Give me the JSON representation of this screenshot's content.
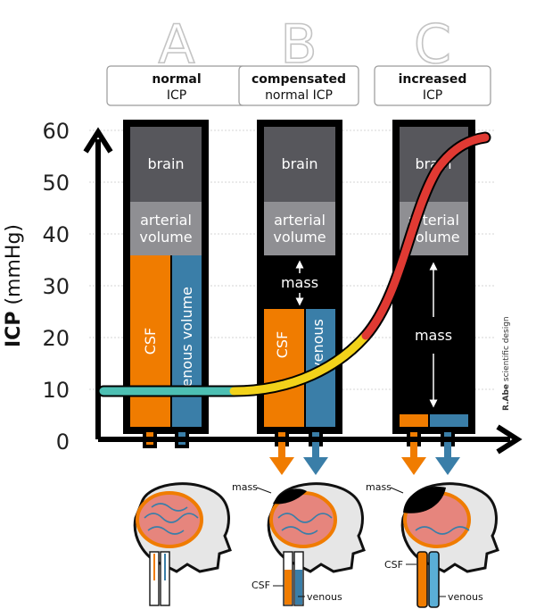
{
  "stages": [
    {
      "letter": "A",
      "title_bold": "normal",
      "title_rest": "ICP",
      "labels": {
        "brain": "brain",
        "arterial": [
          "arterial",
          "volume"
        ],
        "csf": "CSF",
        "venous": "venous volume"
      }
    },
    {
      "letter": "B",
      "title_bold": "compensated",
      "title_rest": "normal ICP",
      "labels": {
        "brain": "brain",
        "arterial": [
          "arterial",
          "volume"
        ],
        "mass": "mass",
        "csf": "CSF",
        "venous": "venous"
      }
    },
    {
      "letter": "C",
      "title_bold": "increased",
      "title_rest": "ICP",
      "labels": {
        "brain": "brain",
        "arterial": [
          "arterial",
          "volume"
        ],
        "mass": "mass"
      }
    }
  ],
  "axis": {
    "ylabel_bold": "ICP",
    "ylabel_rest": " (mmHg)",
    "ticks": [
      "60",
      "50",
      "40",
      "30",
      "20",
      "10",
      "0"
    ]
  },
  "credit": {
    "bold": "R.Abe",
    "rest": " scientific design"
  },
  "heads": {
    "b": {
      "mass": "mass",
      "csf": "CSF",
      "venous": "venous"
    },
    "c": {
      "mass": "mass",
      "csf": "CSF",
      "venous": "venous"
    }
  },
  "colors": {
    "brain": "#57575c",
    "arterial": "#8f8f93",
    "csf": "#f07c00",
    "venous": "#3a7ea8",
    "mass": "#000000",
    "curve_low": "#4dbfb3",
    "curve_mid": "#f2d21a",
    "curve_high": "#e03a33"
  }
}
